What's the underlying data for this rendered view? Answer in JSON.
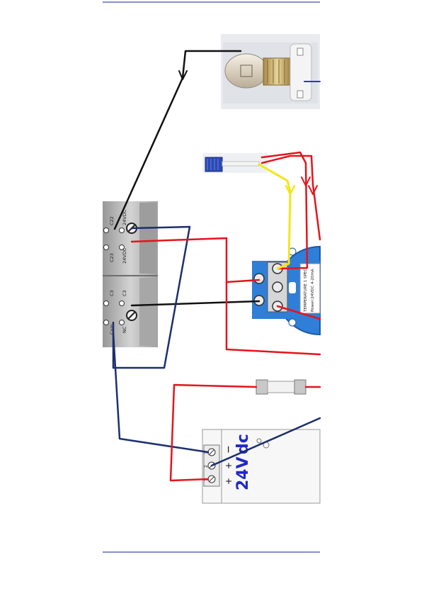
{
  "power_supply": {
    "voltage_label": "24V",
    "dc_label": "dc",
    "terminal_numbers": [
      "1",
      "2",
      "3"
    ],
    "polarity_plus_1": "+",
    "polarity_plus_2": "+",
    "polarity_minus": "−"
  },
  "relay_block": {
    "labels": [
      "C22",
      "24VDC",
      "C23",
      "24VDC",
      "C3",
      "C3",
      "NC",
      "Com"
    ]
  },
  "transmitter": {
    "line1": "TEMPERATURE 1 SPEC",
    "line2": "Power:24VDC 4-20mA"
  },
  "colors": {
    "wire_red": "#e5141b",
    "wire_black": "#111111",
    "wire_navy": "#1c2f6e",
    "wire_yellow": "#f5e51a",
    "transmitter_blue": "#2f7fd8",
    "rule": "#8a8fd0",
    "text_blue": "#2228c8"
  },
  "icons": [
    "bulb-icon",
    "sensor-probe-icon",
    "fuse-icon",
    "screw-terminal-icon"
  ]
}
